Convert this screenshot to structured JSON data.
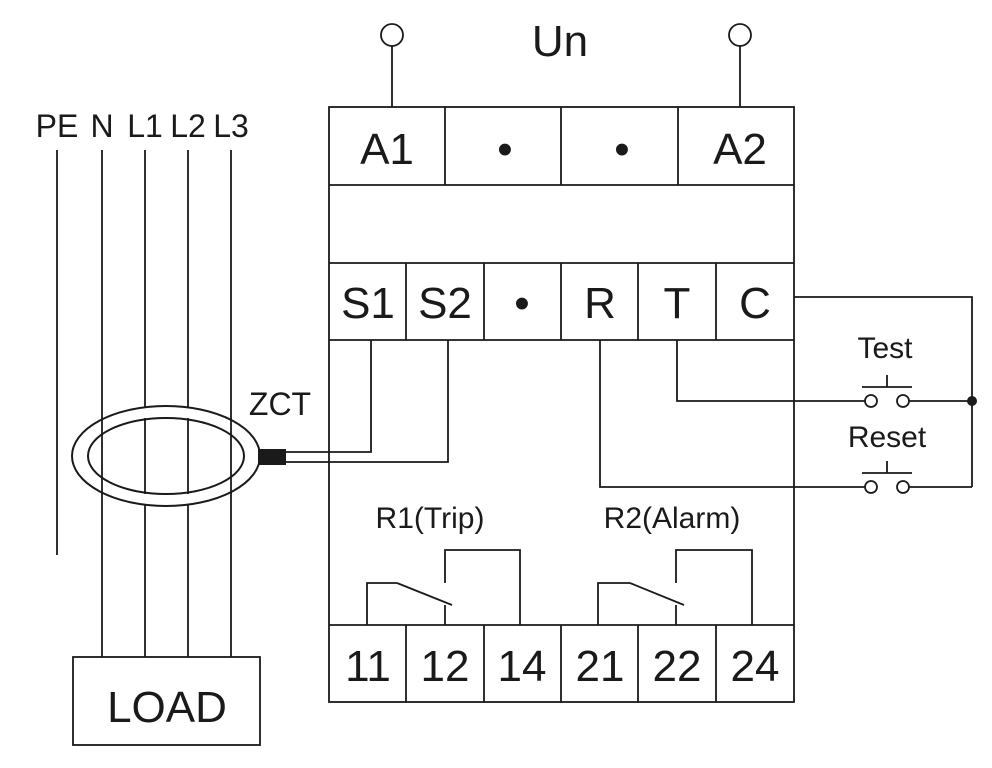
{
  "supply": {
    "label": "Un"
  },
  "top_terminals": [
    "A1",
    "•",
    "•",
    "A2"
  ],
  "mid_terminals": [
    "S1",
    "S2",
    "•",
    "R",
    "T",
    "C"
  ],
  "bottom_terminals": [
    "11",
    "12",
    "14",
    "21",
    "22",
    "24"
  ],
  "mains_lines": [
    "PE",
    "N",
    "L1",
    "L2",
    "L3"
  ],
  "zct_label": "ZCT",
  "load_label": "LOAD",
  "buttons": {
    "test": "Test",
    "reset": "Reset"
  },
  "relays": {
    "r1": "R1(Trip)",
    "r2": "R2(Alarm)"
  }
}
